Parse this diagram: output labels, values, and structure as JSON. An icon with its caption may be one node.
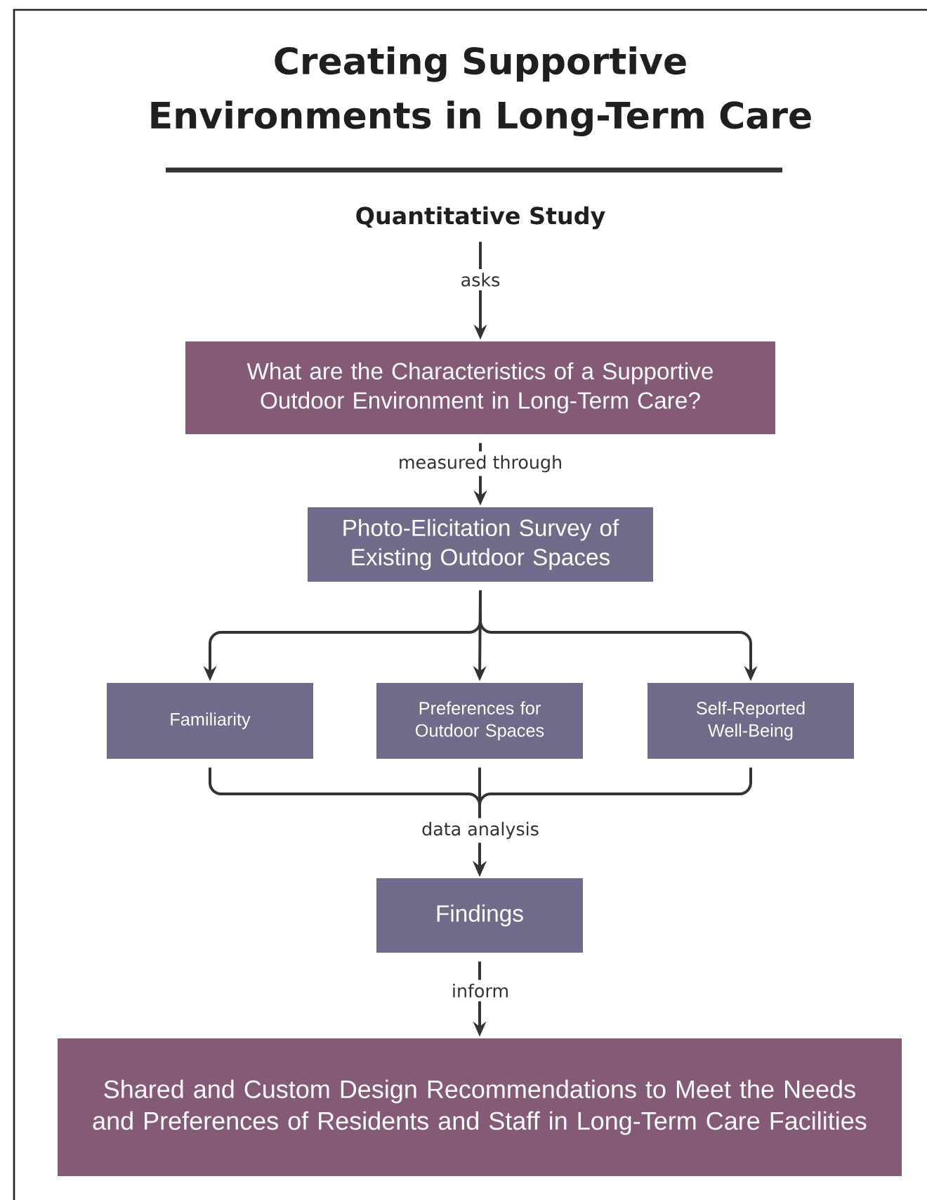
{
  "diagram": {
    "title": "Creating Supportive Environments in Long-Term Care",
    "nodes": [
      {
        "text": [
          "Quantitative Study"
        ]
      },
      {
        "text": [
          "What are the Characteristics of a Supportive Outdoor Environment in Long-Term Care?"
        ]
      },
      {
        "text": [
          "Photo-Elicitation Survey of Existing Outdoor Spaces"
        ]
      },
      {
        "text": [
          "Familiarity"
        ]
      },
      {
        "text": [
          "Preferences for Outdoor Spaces"
        ]
      },
      {
        "text": [
          "Self-Reported Well-Being"
        ]
      },
      {
        "text": [
          "Findings"
        ]
      },
      {
        "text": [
          "Shared and Custom Design Recommendations to Meet the Needs and Preferences of Residents and Staff in Long-Term Care Facilities"
        ]
      }
    ],
    "edges": [
      {
        "from": 0,
        "to": 1,
        "arrow": "to",
        "label": "asks"
      },
      {
        "from": 1,
        "to": 2,
        "arrow": "to",
        "label": "measured through"
      },
      {
        "from": 2,
        "to": 3,
        "arrow": "to"
      },
      {
        "from": 2,
        "to": 4,
        "arrow": "to"
      },
      {
        "from": 2,
        "to": 5,
        "arrow": "to"
      },
      {
        "from": 3,
        "to": 6,
        "arrow": "to"
      },
      {
        "from": 4,
        "to": 6,
        "arrow": "to",
        "label": "data analysis"
      },
      {
        "from": 5,
        "to": 6,
        "arrow": "to"
      },
      {
        "from": 6,
        "to": 7,
        "arrow": "to",
        "label": "inform"
      }
    ]
  }
}
